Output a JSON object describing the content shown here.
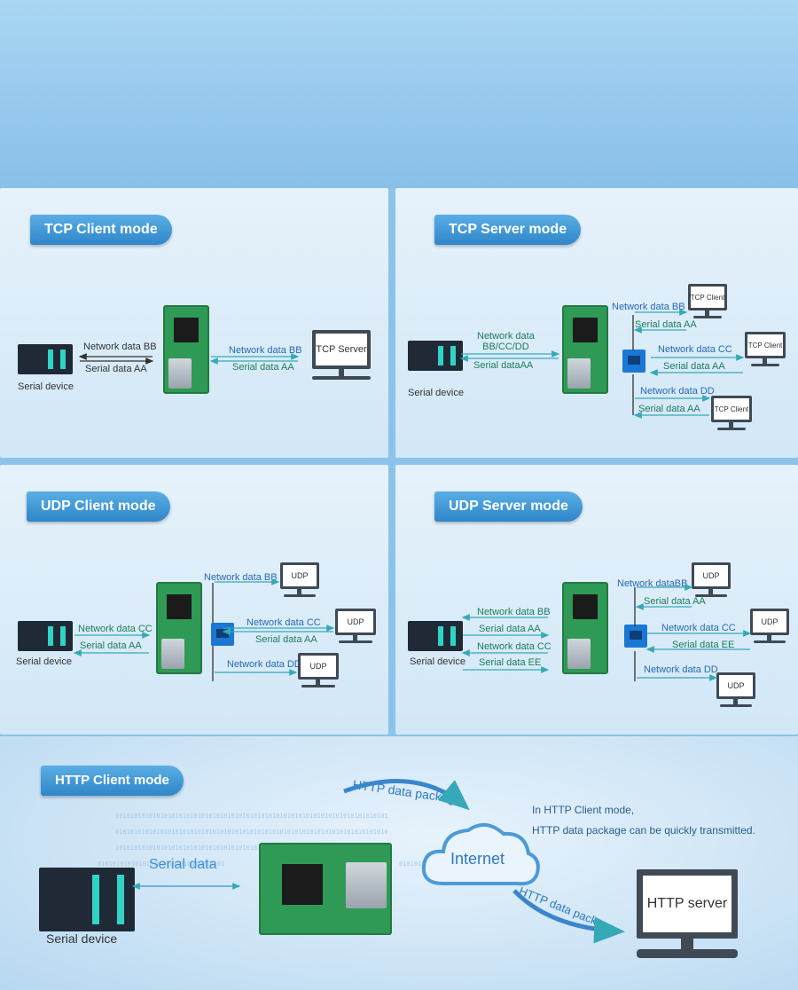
{
  "modes": {
    "tcp_client": {
      "title": "TCP Client mode",
      "net_bb": "Network data BB",
      "serial_aa": "Serial data AA",
      "net_bb2": "Network data BB",
      "serial_aa2": "Serial data AA",
      "device": "Serial device",
      "server": "TCP Server"
    },
    "tcp_server": {
      "title": "TCP Server mode",
      "net_multi": "Network data\nBB/CC/DD",
      "serial_aa": "Serial dataAA",
      "device": "Serial device",
      "net_bb": "Network data BB",
      "serial_aa_1": "Serial data AA",
      "net_cc": "Network data CC",
      "serial_aa_2": "Serial data AA",
      "net_dd": "Network data DD",
      "serial_aa_3": "Serial data AA",
      "client": "TCP Client"
    },
    "udp_client": {
      "title": "UDP Client mode",
      "net_cc_left": "Network data CC",
      "serial_aa_left": "Serial data AA",
      "device": "Serial device",
      "net_bb": "Network data BB",
      "net_cc": "Network data CC",
      "serial_aa": "Serial data AA",
      "net_dd": "Network data DD",
      "udp": "UDP"
    },
    "udp_server": {
      "title": "UDP Server mode",
      "net_bb_left": "Network data BB",
      "serial_aa_left": "Serial data AA",
      "net_cc_left": "Network data CC",
      "serial_ee_left": "Serial data EE",
      "device": "Serial device",
      "net_bb": "Network dataBB",
      "serial_aa": "Serial data AA",
      "net_cc": "Network data CC",
      "serial_ee": "Serial data EE",
      "net_dd": "Network data DD",
      "udp": "UDP"
    },
    "http_client": {
      "title": "HTTP Client mode",
      "package_top": "HTTP data package",
      "package_bottom": "HTTP data package",
      "desc_line1": "In HTTP Client mode,",
      "desc_line2": "HTTP data package can be quickly transmitted.",
      "serial_data": "Serial data",
      "internet": "Internet",
      "server": "HTTP server",
      "device": "Serial device"
    }
  },
  "colors": {
    "badge": "#2f86c9",
    "arrow": "#35a9b8",
    "arrow_dark": "#333333",
    "hub": "#1a78d4",
    "board": "#2e9a55"
  },
  "icons": [
    "serial-device-icon",
    "usr-module-icon",
    "ethernet-hub-icon",
    "monitor-icon",
    "cloud-icon"
  ]
}
